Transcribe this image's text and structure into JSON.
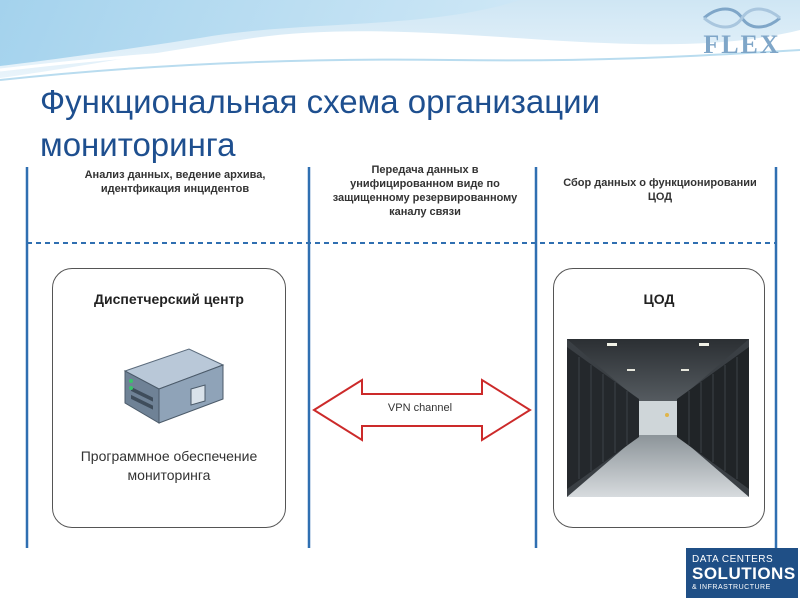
{
  "slide": {
    "title": "Функциональная схема организации мониторинга",
    "logo_text": "FLEX",
    "columns": {
      "left_label": "Анализ данных, ведение архива, идентфикация инцидентов",
      "mid_label": "Передача данных в унифицированном виде по защищенному резервированному каналу связи",
      "right_label": "Сбор данных о функционировании ЦОД"
    },
    "left_panel": {
      "title": "Диспетчерский центр",
      "caption": "Программное обеспечение мониторинга",
      "icon": "server-icon"
    },
    "right_panel": {
      "title": "ЦОД",
      "image": "datacenter-photo"
    },
    "arrow": {
      "label": "VPN channel",
      "color": "#cc2a2a"
    },
    "badge": {
      "line1": "DATA CENTERS",
      "line2": "SOLUTIONS",
      "line3": "& INFRASTRUCTURE"
    },
    "colors": {
      "title": "#1e4f8f",
      "divider": "#2f6fb1",
      "badge": "#1f4f86"
    }
  }
}
